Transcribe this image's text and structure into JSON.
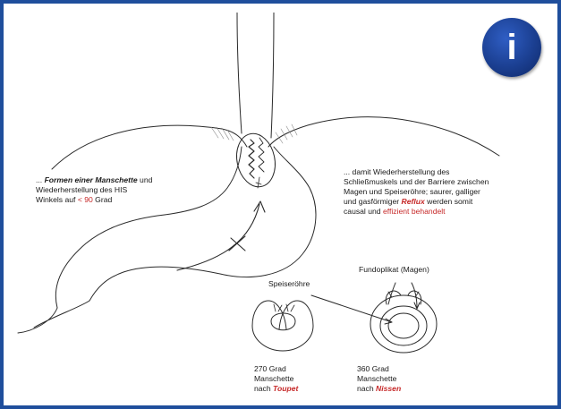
{
  "badge": {
    "glyph": "i",
    "icon": "info-icon"
  },
  "left_text": {
    "line1_prefix": "... ",
    "line1_emph": "Formen einer Manschette",
    "line1_suffix": " und",
    "line2": "Wiederherstellung des HIS",
    "line3_prefix": "Winkels auf ",
    "line3_red": "< 90",
    "line3_suffix": " Grad"
  },
  "right_text": {
    "line1": "... damit Wiederherstellung  des",
    "line2": "Schließmuskels und der Barriere zwischen",
    "line3": "Magen und Speiseröhre; saurer, galliger",
    "line4_prefix": "und gasförmiger ",
    "line4_red": "Reflux",
    "line4_suffix": " werden somit",
    "line5_prefix": "causal und ",
    "line5_red": "effizient behandelt"
  },
  "labels": {
    "esophagus": "Speiseröhre",
    "fundoplication": "Fundoplikat (Magen)"
  },
  "captions": {
    "left": {
      "line1": "270 Grad",
      "line2": "Manschette",
      "line3_prefix": "nach ",
      "line3_red": "Toupet"
    },
    "right": {
      "line1": "360 Grad",
      "line2": "Manschette",
      "line3_prefix": "nach ",
      "line3_red": "Nissen"
    }
  }
}
